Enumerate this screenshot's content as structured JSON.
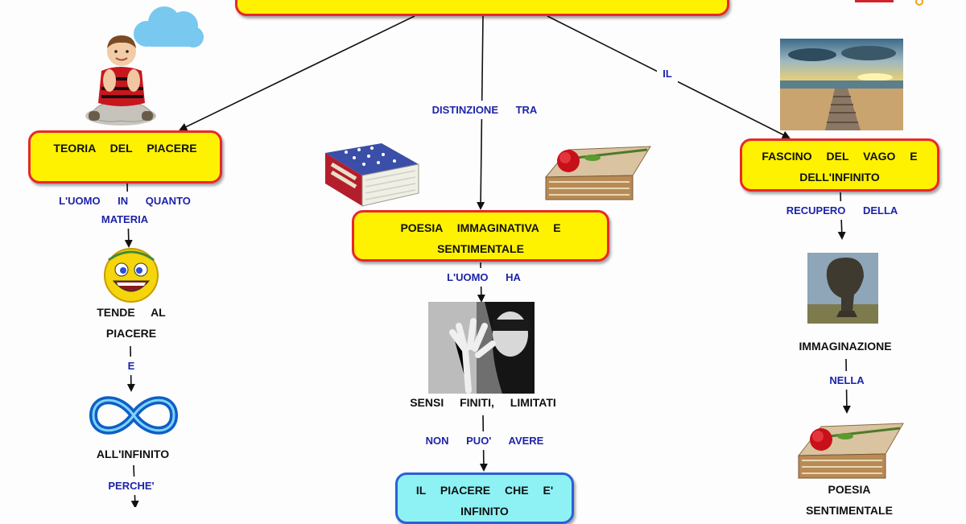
{
  "map": {
    "title": "",
    "theory_box": "TEORIA DEL PIACERE",
    "poetry_box": "POESIA IMMAGINATIVA E SENTIMENTALE",
    "charm_box": "FASCINO DEL VAGO E DELL'INFINITO",
    "pleasure_box": "IL PIACERE CHE E' INFINITO",
    "link_distinction": "DISTINZIONE TRA",
    "link_il": "IL",
    "link_man_matter": "L'UOMO IN QUANTO MATERIA",
    "link_e": "E",
    "link_because": "PERCHE'",
    "link_man_has": "L'UOMO HA",
    "link_cannot_have": "NON PUO' AVERE",
    "link_recovery": "RECUPERO DELLA",
    "link_in_the": "NELLA",
    "node_tends": "TENDE AL PIACERE",
    "node_infinite": "ALL'INFINITO",
    "node_senses": "SENSI FINITI, LIMITATI",
    "node_imagination": "IMMAGINAZIONE",
    "node_poetry": "POESIA SENTIMENTALE"
  },
  "icons": [
    "boy-icon",
    "cloud-icon",
    "smiley-icon",
    "infinity-icon",
    "book-icon",
    "rose-book-icon",
    "beach-boardwalk-icon",
    "blindfolded-woman-icon",
    "tree-head-icon"
  ],
  "colors": {
    "box_fill": "#fff200",
    "box_border": "#e8282d",
    "blue_box_fill": "#8ef2f5",
    "blue_box_border": "#2b5fd9",
    "link_text": "#1d24a8"
  }
}
